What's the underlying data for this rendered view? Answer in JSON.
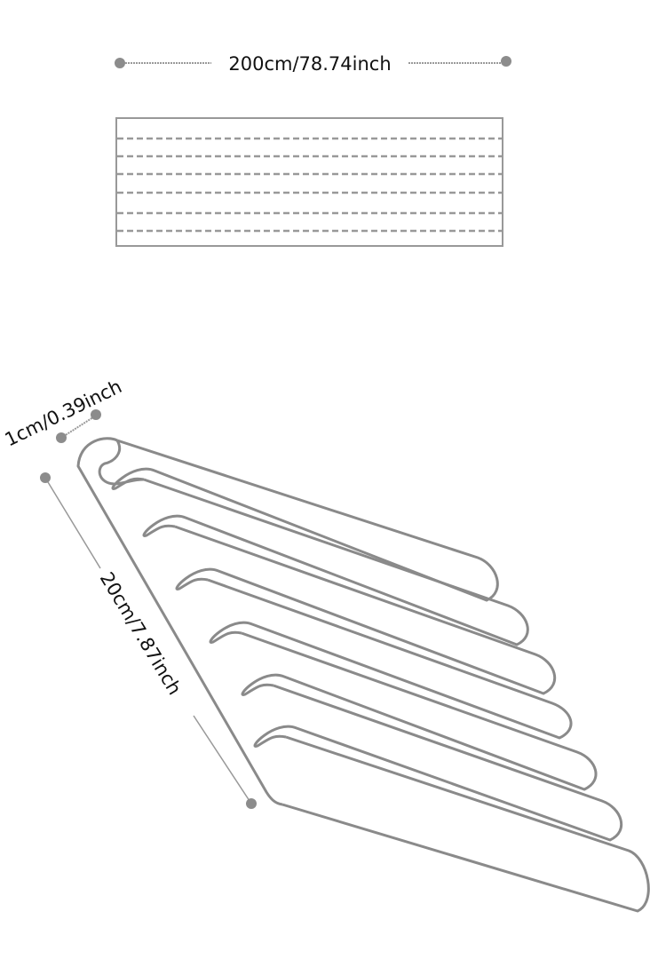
{
  "dimensions": {
    "length_label": "200cm/78.74inch",
    "thickness_label": "1cm/0.39inch",
    "width_label": "20cm/7.87inch"
  },
  "colors": {
    "line": "#8a8a8a",
    "dot": "#8c8c8c",
    "text": "#111111"
  },
  "strip": {
    "dashed_rows": 6,
    "fold_count": 7
  }
}
